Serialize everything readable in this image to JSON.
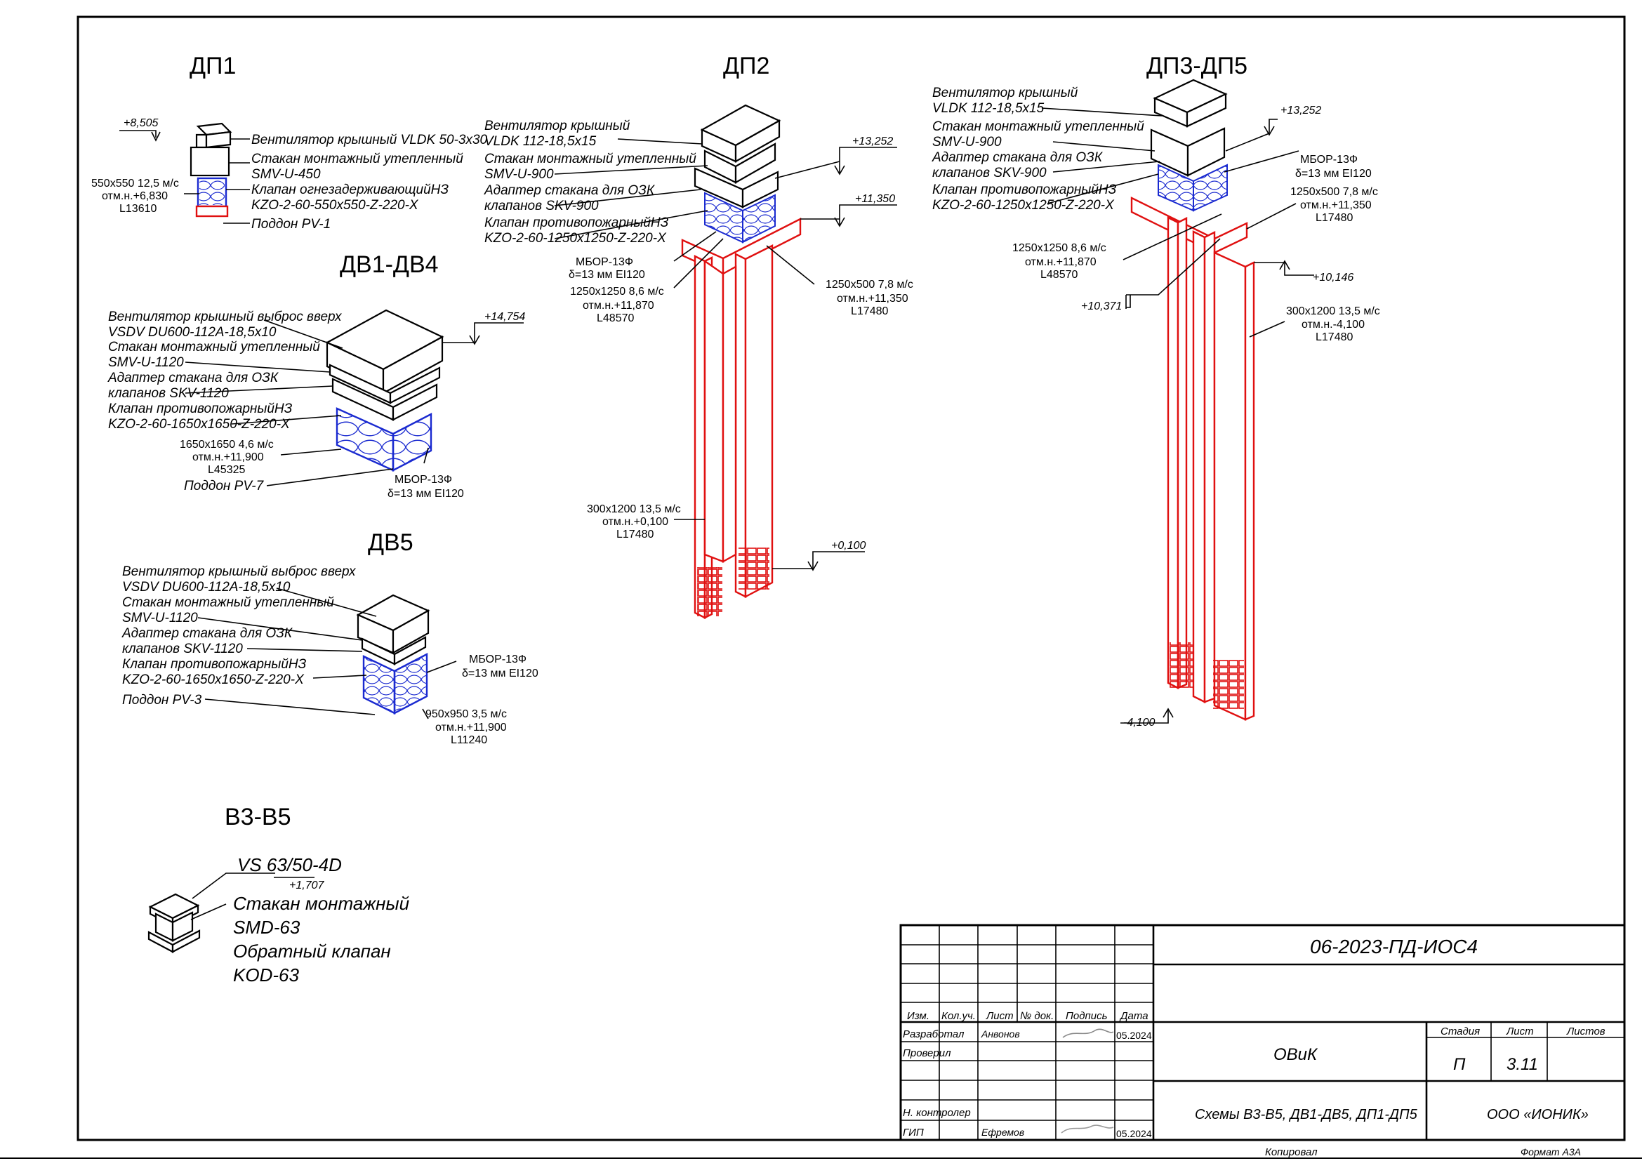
{
  "titles": {
    "dp1": "ДП1",
    "dp2": "ДП2",
    "dp3": "ДП3-ДП5",
    "dv1": "ДВ1-ДВ4",
    "dv5": "ДВ5",
    "v3": "В3-В5"
  },
  "dp1": {
    "elev": "+8,505",
    "fan": "Вентилятор крышный VLDK 50-3х30",
    "sleeve1": "Стакан монтажный утепленный",
    "sleeve2": "SMV-U-450",
    "valve1": "Клапан огнезадерживающийНЗ",
    "valve2": "KZO-2-60-550х550-Z-220-X",
    "tray": "Поддон PV-1",
    "d1": "550х550  12,5 м/с",
    "d2": "отм.н.+6,830",
    "d3": "L13610"
  },
  "dp2": {
    "fan1": "Вентилятор крышный",
    "fan2": "VLDK 112-18,5х15",
    "sleeve1": "Стакан монтажный утепленный",
    "sleeve2": "SMV-U-900",
    "adapter1": "Адаптер стакана для ОЗК",
    "adapter2": "клапанов SKV-900",
    "valve1": "Клапан противопожарныйНЗ",
    "valve2": "KZO-2-60-1250х1250-Z-220-X",
    "mbor1": "МБОР-13Ф",
    "mbor2": "δ=13 мм EI120",
    "duct1a": "1250х1250  8,6 м/с",
    "duct1b": "отм.н.+11,870",
    "duct1c": "L48570",
    "duct2a": "1250х500  7,8 м/с",
    "duct2b": "отм.н.+11,350",
    "duct2c": "L17480",
    "duct3a": "300х1200  13,5 м/с",
    "duct3b": "отм.н.+0,100",
    "duct3c": "L17480",
    "elev1": "+13,252",
    "elev2": "+11,350",
    "elev3": "+0,100"
  },
  "dp3": {
    "fan1": "Вентилятор крышный",
    "fan2": "VLDK 112-18,5х15",
    "sleeve1": "Стакан монтажный утепленный",
    "sleeve2": "SMV-U-900",
    "adapter1": "Адаптер стакана для ОЗК",
    "adapter2": "клапанов SKV-900",
    "valve1": "Клапан противопожарныйНЗ",
    "valve2": "KZO-2-60-1250х1250-Z-220-X",
    "mbor1": "МБОР-13Ф",
    "mbor2": "δ=13 мм EI120",
    "d2a": "1250х500  7,8 м/с",
    "d2b": "отм.н.+11,350",
    "d2c": "L17480",
    "d1a": "1250х1250  8,6 м/с",
    "d1b": "отм.н.+11,870",
    "d1c": "L48570",
    "d3a": "300х1200  13,5 м/с",
    "d3b": "отм.н.-4,100",
    "d3c": "L17480",
    "elev1": "+13,252",
    "elev2": "+10,146",
    "elev3": "+10,371",
    "elev4": "-4,100"
  },
  "dv1": {
    "fan1": "Вентилятор крышный выброс вверх",
    "fan2": "VSDV DU600-112A-18,5х10",
    "sleeve1": "Стакан монтажный утепленный",
    "sleeve2": "SMV-U-1120",
    "adapter1": "Адаптер стакана для ОЗК",
    "adapter2": "клапанов SKV-1120",
    "valve1": "Клапан противопожарныйНЗ",
    "valve2": "KZO-2-60-1650х1650-Z-220-X",
    "d1": "1650х1650  4,6 м/с",
    "d2": "отм.н.+11,900",
    "d3": "L45325",
    "tray": "Поддон PV-7",
    "mbor1": "МБОР-13Ф",
    "mbor2": "δ=13 мм EI120",
    "elev": "+14,754"
  },
  "dv5": {
    "fan1": "Вентилятор крышный выброс вверх",
    "fan2": "VSDV DU600-112A-18,5х10",
    "sleeve1": "Стакан монтажный утепленный",
    "sleeve2": "SMV-U-1120",
    "adapter1": "Адаптер стакана для ОЗК",
    "adapter2": "клапанов SKV-1120",
    "valve1": "Клапан противопожарныйНЗ",
    "valve2": "KZO-2-60-1650х1650-Z-220-X",
    "tray": "Поддон PV-3",
    "mbor1": "МБОР-13Ф",
    "mbor2": "δ=13 мм EI120",
    "d1": "950х950  3,5 м/с",
    "d2": "отм.н.+11,900",
    "d3": "L11240"
  },
  "v3": {
    "fan": "VS 63/50-4D",
    "elev": "+1,707",
    "l2": "Стакан монтажный",
    "l3": "SMD-63",
    "l4": "Обратный клапан",
    "l5": "KOD-63"
  },
  "stamp": {
    "code": "06-2023-ПД-ИОС4",
    "h_izm": "Изм.",
    "h_kol": "Кол.уч.",
    "h_list": "Лист",
    "h_ndok": "№ док.",
    "h_podp": "Подпись",
    "h_data": "Дата",
    "r1": "Разработал",
    "r1n": "Анвонов",
    "r1d": "05.2024",
    "r2": "Проверил",
    "r3": "Н. контролер",
    "r4": "ГИП",
    "r4n": "Ефремов",
    "r4d": "05.2024",
    "section": "ОВиК",
    "stage_h": "Стадия",
    "sheet_h": "Лист",
    "sheets_h": "Листов",
    "stage": "П",
    "sheet": "3.11",
    "desc": "Схемы В3-В5, ДВ1-ДВ5, ДП1-ДП5",
    "org": "ООО «ИОНИК»",
    "copied": "Копировал",
    "format": "Формат А3А"
  }
}
